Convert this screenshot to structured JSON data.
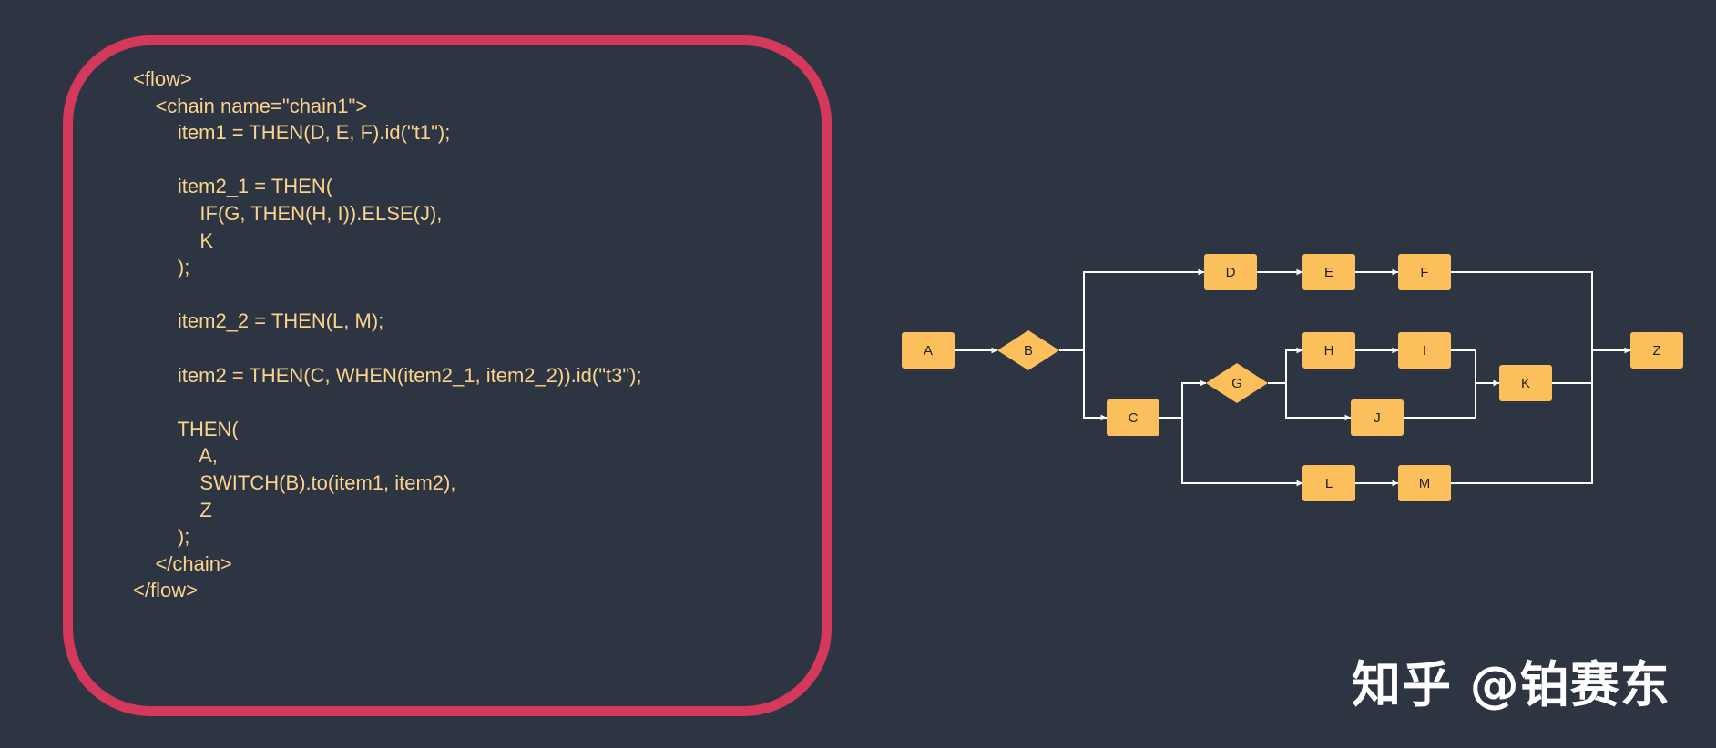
{
  "colors": {
    "background": "#2e3542",
    "panel_border": "#d4395c",
    "code_text": "#fbd38d",
    "node_fill": "#fbc05c",
    "edge": "#ffffff"
  },
  "code_lines": [
    "<flow>",
    "    <chain name=\"chain1\">",
    "        item1 = THEN(D, E, F).id(\"t1\");",
    "",
    "        item2_1 = THEN(",
    "            IF(G, THEN(H, I)).ELSE(J),",
    "            K",
    "        );",
    "",
    "        item2_2 = THEN(L, M);",
    "",
    "        item2 = THEN(C, WHEN(item2_1, item2_2)).id(\"t3\");",
    "",
    "        THEN(",
    "            A,",
    "            SWITCH(B).to(item1, item2),",
    "            Z",
    "        );",
    "    </chain>",
    "</flow>"
  ],
  "diagram": {
    "nodes": [
      {
        "id": "A",
        "shape": "box",
        "label": "A"
      },
      {
        "id": "B",
        "shape": "diamond",
        "label": "B"
      },
      {
        "id": "C",
        "shape": "box",
        "label": "C"
      },
      {
        "id": "D",
        "shape": "box",
        "label": "D"
      },
      {
        "id": "E",
        "shape": "box",
        "label": "E"
      },
      {
        "id": "F",
        "shape": "box",
        "label": "F"
      },
      {
        "id": "G",
        "shape": "diamond",
        "label": "G"
      },
      {
        "id": "H",
        "shape": "box",
        "label": "H"
      },
      {
        "id": "I",
        "shape": "box",
        "label": "I"
      },
      {
        "id": "J",
        "shape": "box",
        "label": "J"
      },
      {
        "id": "K",
        "shape": "box",
        "label": "K"
      },
      {
        "id": "L",
        "shape": "box",
        "label": "L"
      },
      {
        "id": "M",
        "shape": "box",
        "label": "M"
      },
      {
        "id": "Z",
        "shape": "box",
        "label": "Z"
      }
    ],
    "edges": [
      {
        "from": "A",
        "to": "B"
      },
      {
        "from": "B",
        "to": "D"
      },
      {
        "from": "B",
        "to": "C"
      },
      {
        "from": "D",
        "to": "E"
      },
      {
        "from": "E",
        "to": "F"
      },
      {
        "from": "F",
        "to": "Z"
      },
      {
        "from": "C",
        "to": "G"
      },
      {
        "from": "C",
        "to": "L"
      },
      {
        "from": "G",
        "to": "H"
      },
      {
        "from": "G",
        "to": "J"
      },
      {
        "from": "H",
        "to": "I"
      },
      {
        "from": "I",
        "to": "K"
      },
      {
        "from": "J",
        "to": "K"
      },
      {
        "from": "K",
        "to": "Z"
      },
      {
        "from": "L",
        "to": "M"
      },
      {
        "from": "M",
        "to": "Z"
      }
    ]
  },
  "watermark": "知乎 @铂赛东"
}
